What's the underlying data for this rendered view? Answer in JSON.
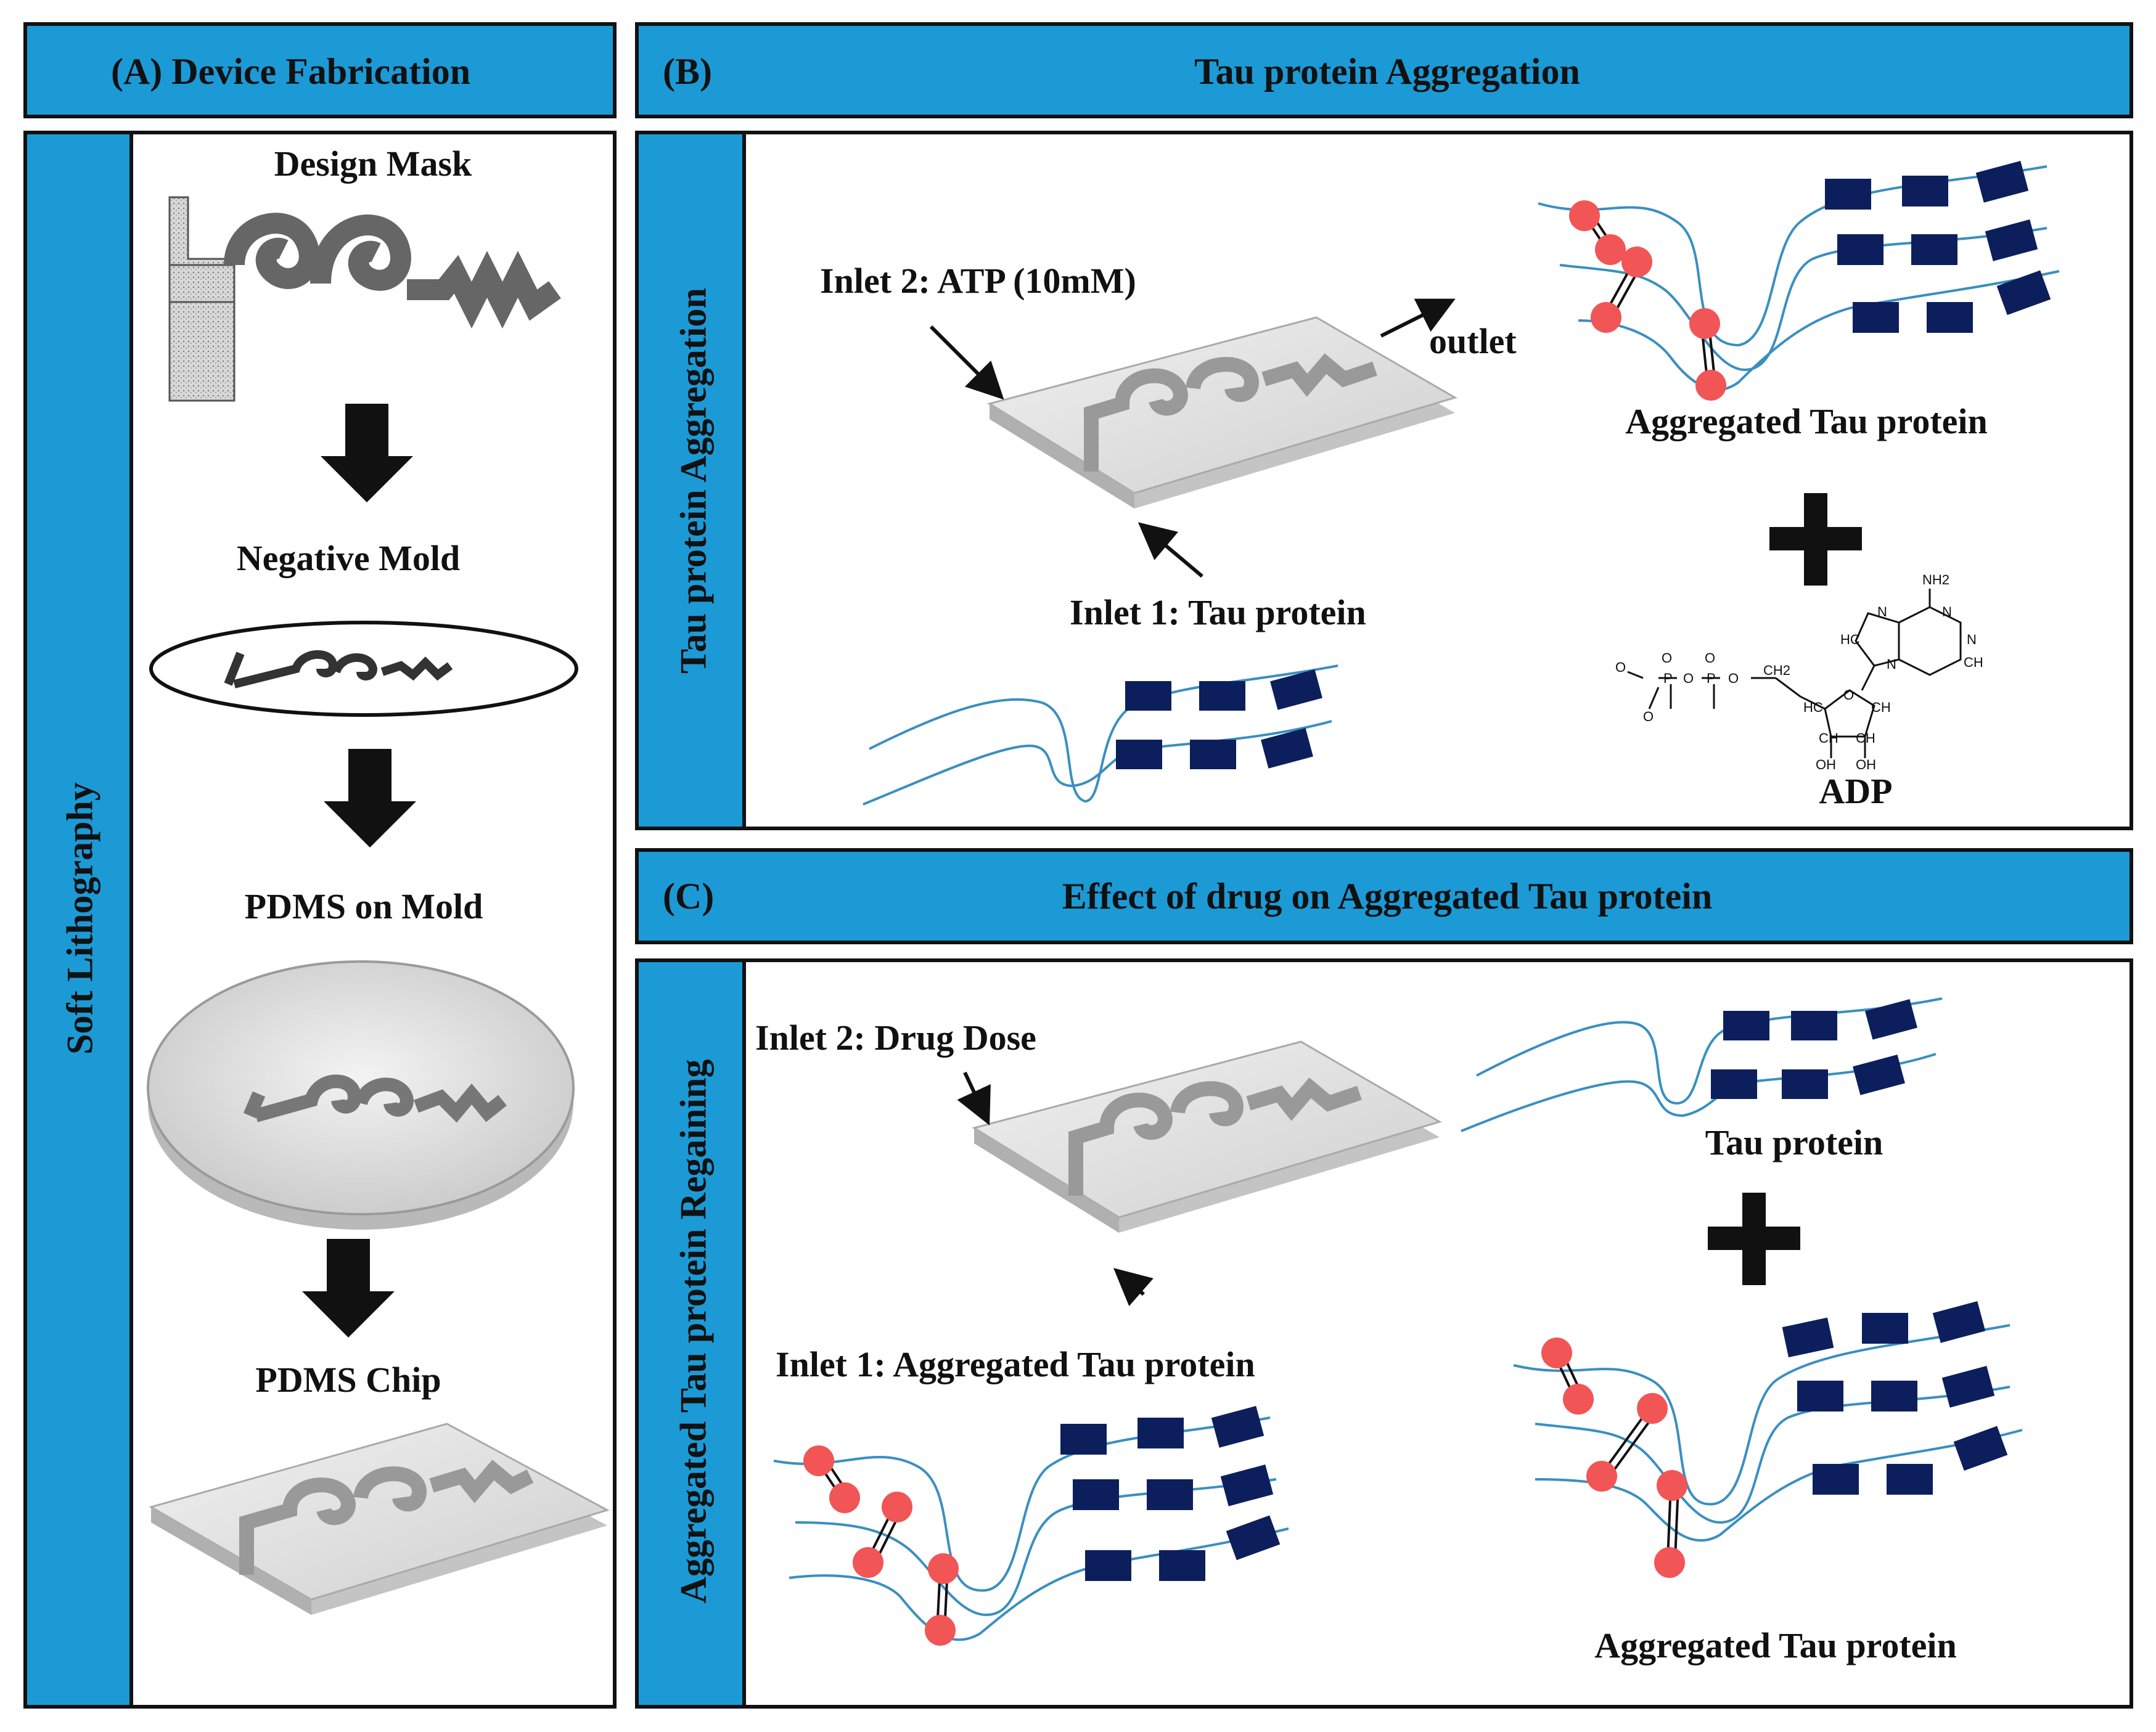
{
  "panel_a": {
    "header": "(A) Device Fabrication",
    "side_label": "Soft Lithography",
    "steps": [
      "Design Mask",
      "Negative Mold",
      "PDMS on Mold",
      "PDMS Chip"
    ]
  },
  "panel_b": {
    "letter": "(B)",
    "header": "Tau protein Aggregation",
    "side_label": "Tau protein Aggregation",
    "inlet2": "Inlet 2: ATP (10mM)",
    "outlet": "outlet",
    "inlet1": "Inlet 1: Tau protein",
    "product_label": "Aggregated Tau protein",
    "adp_label": "ADP",
    "adp_atoms": [
      "NH2",
      "N",
      "N",
      "N",
      "N",
      "HC",
      "CH",
      "O",
      "O",
      "O",
      "O",
      "O",
      "O",
      "P",
      "P",
      "CH2",
      "HC",
      "CH",
      "CH",
      "CH",
      "OH",
      "OH",
      "O"
    ]
  },
  "panel_c": {
    "letter": "(C)",
    "header": "Effect of drug on Aggregated Tau protein",
    "side_label": "Aggregated Tau protein Regaining",
    "inlet2": "Inlet 2: Drug Dose",
    "inlet1": "Inlet 1: Aggregated Tau protein",
    "product1_label": "Tau protein",
    "product2_label": "Aggregated Tau protein"
  },
  "colors": {
    "header_blue": "#1c9ad6",
    "chain_blue": "#3a8fc0",
    "block_navy": "#0c1f5c",
    "sphere_red": "#f25555"
  }
}
